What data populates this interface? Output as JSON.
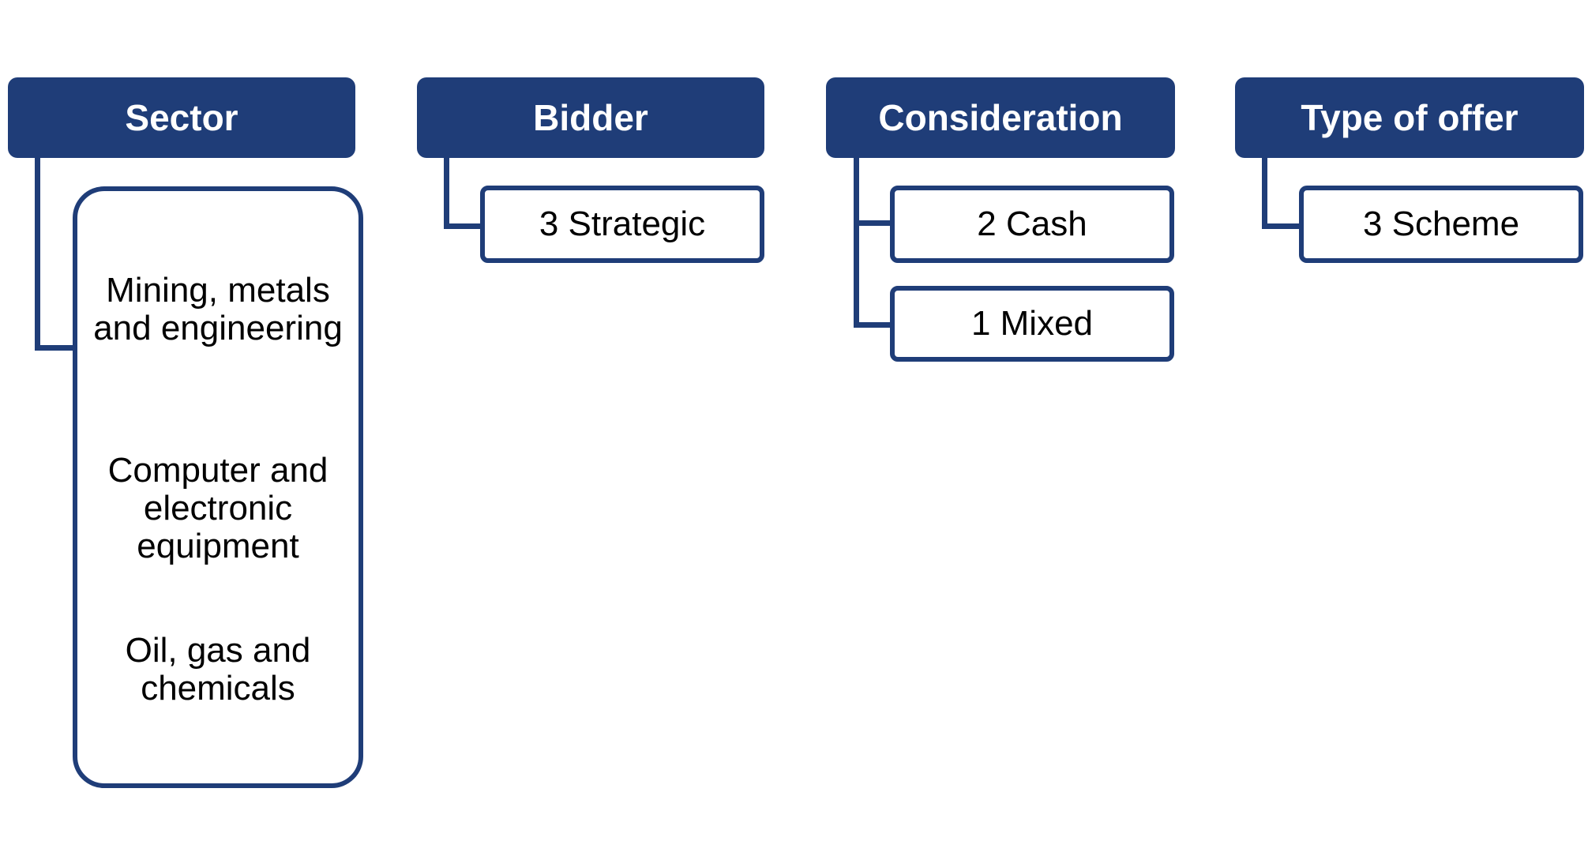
{
  "colors": {
    "header_bg": "#1f3d78",
    "header_text": "#ffffff",
    "border": "#1f3d78",
    "item_text": "#000000"
  },
  "columns": {
    "sector": {
      "title": "Sector",
      "items": [
        "Mining, metals and engineering",
        "Computer and electronic equipment",
        "Oil, gas and chemicals"
      ]
    },
    "bidder": {
      "title": "Bidder",
      "items": [
        "3 Strategic"
      ]
    },
    "consideration": {
      "title": "Consideration",
      "items": [
        "2 Cash",
        "1 Mixed"
      ]
    },
    "offer_type": {
      "title": "Type of offer",
      "items": [
        "3 Scheme"
      ]
    }
  }
}
